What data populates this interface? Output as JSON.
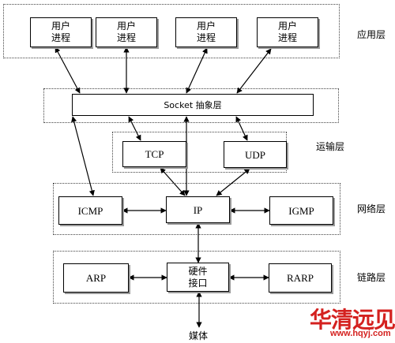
{
  "layers": {
    "application": "应用层",
    "transport": "运输层",
    "network": "网络层",
    "link": "链路层"
  },
  "app_processes": [
    "用户\n进程",
    "用户\n进程",
    "用户\n进程",
    "用户\n进程"
  ],
  "socket_label": "Socket 抽象层",
  "tcp": "TCP",
  "udp": "UDP",
  "icmp": "ICMP",
  "ip": "IP",
  "igmp": "IGMP",
  "arp": "ARP",
  "hw_interface": "硬件\n接口",
  "rarp": "RARP",
  "media": "媒体",
  "brand": {
    "name": "华清远见",
    "url": "www.hqyj.com"
  },
  "colors": {
    "brand": "#d4211f",
    "line": "#000000"
  }
}
